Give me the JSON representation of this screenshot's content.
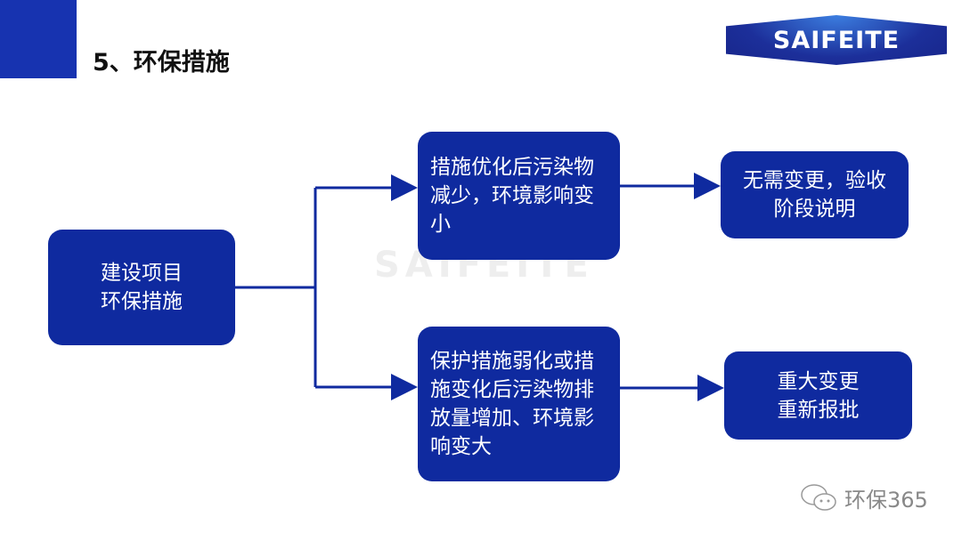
{
  "header": {
    "title": "5、环保措施",
    "logo_text": "SAIFEITE"
  },
  "diagram": {
    "root": {
      "lines": [
        "建设项目",
        "环保措施"
      ]
    },
    "branch_top": {
      "text": "措施优化后污染物减少，环境影响变小"
    },
    "branch_bottom": {
      "text": "保护措施弱化或措施变化后污染物排放量增加、环境影响变大"
    },
    "result_top": {
      "text": "无需变更，验收阶段说明"
    },
    "result_bottom": {
      "lines": [
        "重大变更",
        "重新报批"
      ]
    }
  },
  "watermark": {
    "text": "SAIFEITE"
  },
  "footer": {
    "wechat_label": "环保365"
  },
  "colors": {
    "box": "#0f2a9f",
    "corner": "#1733b0"
  }
}
